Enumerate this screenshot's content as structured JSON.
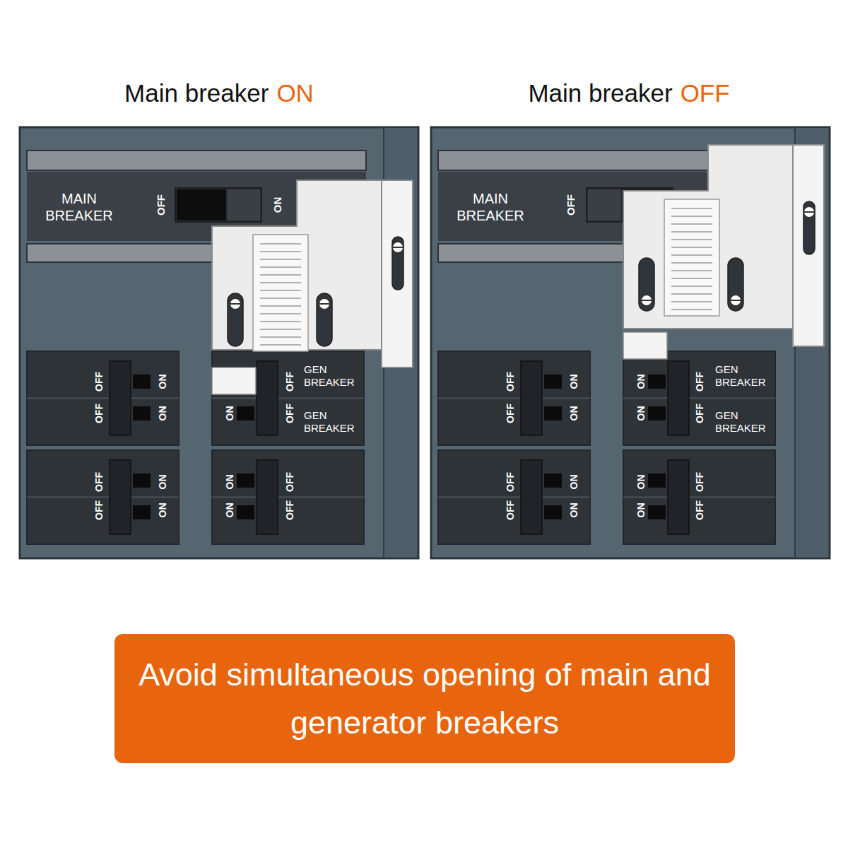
{
  "diagram": {
    "nodes": [
      {
        "text": [
          "Avoid simultaneous opening of main and generator breakers"
        ]
      }
    ],
    "labels": [
      "Main breaker",
      "ON",
      "Main breaker",
      "OFF",
      "MAIN BREAKER",
      "OFF",
      "ON",
      "OFF",
      "ON",
      "OFF",
      "ON",
      "OFF",
      "ON",
      "OFF",
      "ON",
      "GEN BREAKER",
      "OFF",
      "ON",
      "OFF",
      "GEN BREAKER",
      "ON",
      "OFF",
      "ON",
      "OFF",
      "MAIN BREAKER",
      "OFF",
      "OFF",
      "ON",
      "OFF",
      "ON",
      "OFF",
      "ON",
      "OFF",
      "ON",
      "ON",
      "OFF",
      "GEN BREAKER",
      "ON",
      "OFF",
      "GEN BREAKER",
      "ON",
      "OFF",
      "ON",
      "OFF"
    ]
  }
}
